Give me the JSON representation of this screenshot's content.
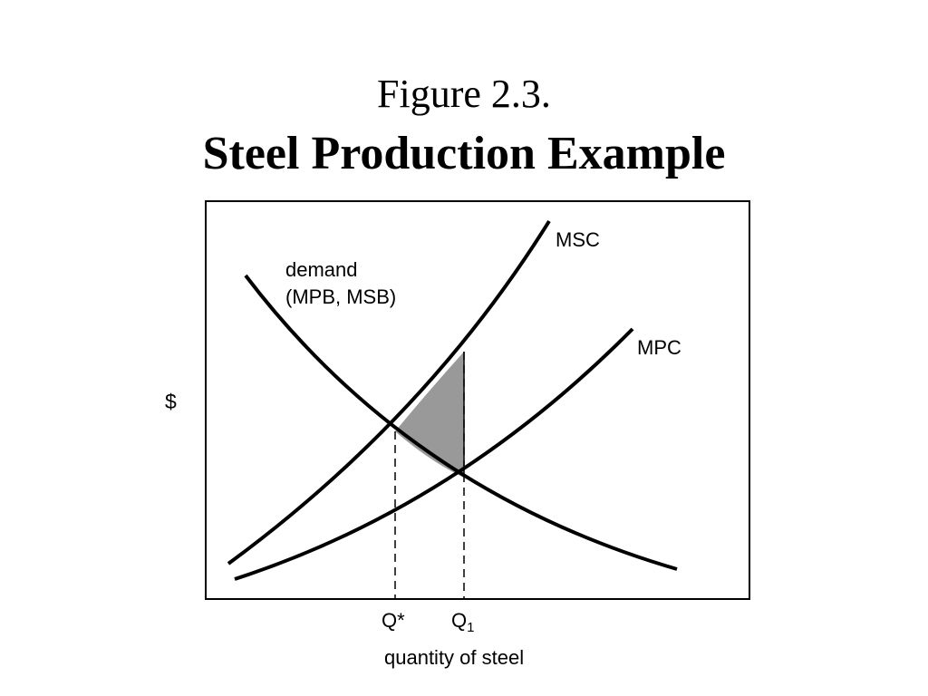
{
  "slide": {
    "figure_label": "Figure 2.3.",
    "title": "Steel Production Example"
  },
  "diagram": {
    "y_axis_label": "$",
    "x_axis_label": "quantity of steel",
    "curves": {
      "demand_line1": "demand",
      "demand_line2": "(MPB, MSB)",
      "msc": "MSC",
      "mpc": "MPC"
    },
    "ticks": {
      "q_star": "Q*",
      "q1_base": "Q",
      "q1_sub": "1"
    },
    "colors": {
      "curve": "#000000",
      "shaded_area": "#999999"
    }
  }
}
